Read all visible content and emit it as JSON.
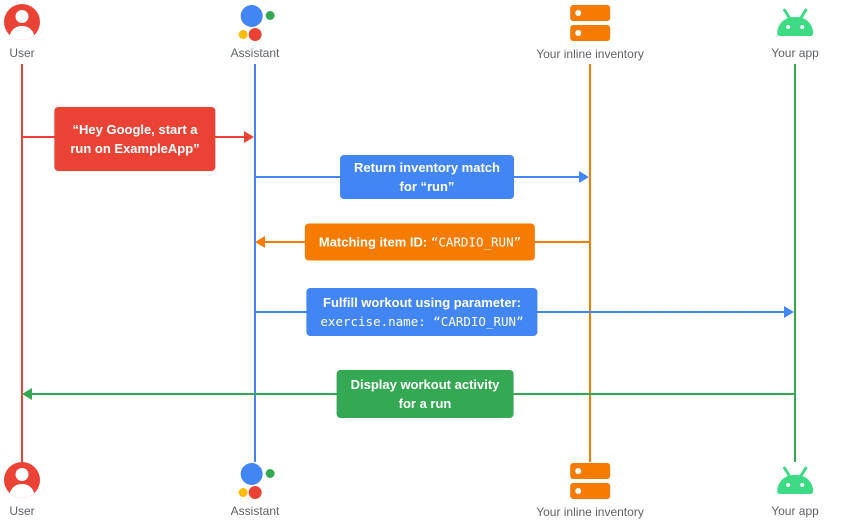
{
  "colors": {
    "red": "#EA4335",
    "blue": "#4285F4",
    "orange": "#F57C00",
    "green": "#34A853",
    "yellow": "#FBBC04",
    "android": "#3DDC84",
    "gray": "#5F6368"
  },
  "lanes": {
    "user": {
      "label": "User"
    },
    "assistant": {
      "label": "Assistant"
    },
    "inventory": {
      "label": "Your inline inventory"
    },
    "app": {
      "label": "Your app"
    }
  },
  "messages": {
    "m1": {
      "line1": "“Hey Google, start a",
      "line2": "run on ExampleApp”",
      "from": "user",
      "to": "assistant"
    },
    "m2": {
      "line1": "Return inventory match",
      "line2": "for “run”",
      "from": "assistant",
      "to": "inventory"
    },
    "m3": {
      "label": "Matching item ID:",
      "code": "“CARDIO_RUN”",
      "from": "inventory",
      "to": "assistant"
    },
    "m4": {
      "line1": "Fulfill workout using parameter:",
      "code": "exercise.name: “CARDIO_RUN”",
      "from": "assistant",
      "to": "app"
    },
    "m5": {
      "line1": "Display workout activity",
      "line2": "for a run",
      "from": "app",
      "to": "user"
    }
  }
}
